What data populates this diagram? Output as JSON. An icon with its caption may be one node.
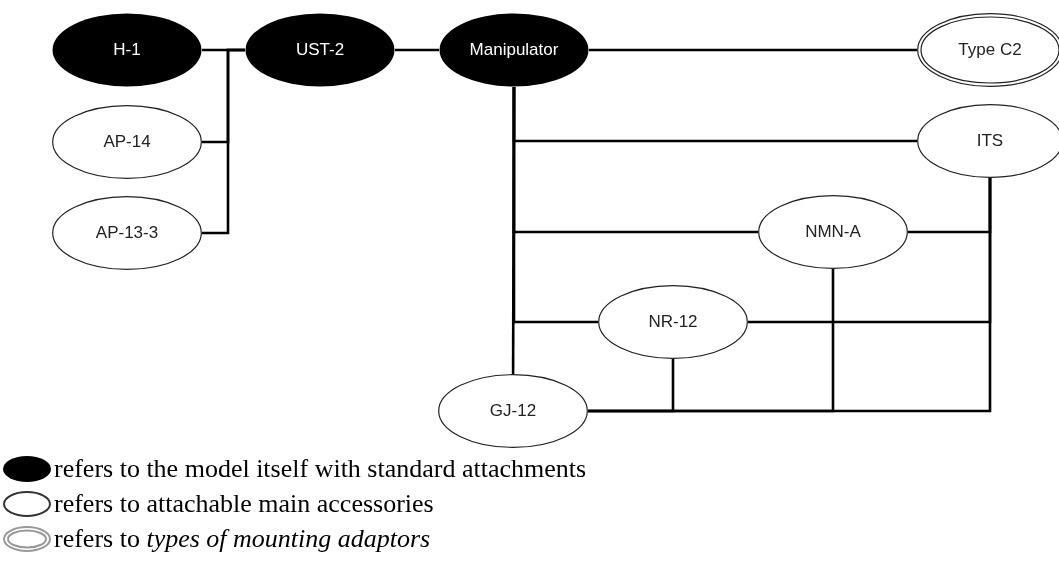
{
  "diagram": {
    "nodes": [
      {
        "text": [
          "H-1"
        ]
      },
      {
        "text": [
          "UST-2"
        ]
      },
      {
        "text": [
          "Manipulator"
        ]
      },
      {
        "text": [
          "Type C2"
        ]
      },
      {
        "text": [
          "AP-14"
        ]
      },
      {
        "text": [
          "AP-13-3"
        ]
      },
      {
        "text": [
          "ITS"
        ]
      },
      {
        "text": [
          "NMN-A"
        ]
      },
      {
        "text": [
          "NR-12"
        ]
      },
      {
        "text": [
          "GJ-12"
        ]
      }
    ],
    "edges": [
      {
        "from": 0,
        "to": 1,
        "arrow": "none"
      },
      {
        "from": 4,
        "to": 1,
        "arrow": "none"
      },
      {
        "from": 5,
        "to": 1,
        "arrow": "none"
      },
      {
        "from": 1,
        "to": 2,
        "arrow": "none"
      },
      {
        "from": 2,
        "to": 3,
        "arrow": "none"
      },
      {
        "from": 2,
        "to": 6,
        "arrow": "none"
      },
      {
        "from": 2,
        "to": 7,
        "arrow": "none"
      },
      {
        "from": 2,
        "to": 8,
        "arrow": "none"
      },
      {
        "from": 2,
        "to": 9,
        "arrow": "none"
      },
      {
        "from": 7,
        "to": 6,
        "arrow": "none"
      },
      {
        "from": 8,
        "to": 6,
        "arrow": "none"
      },
      {
        "from": 9,
        "to": 6,
        "arrow": "none"
      },
      {
        "from": 8,
        "to": 9,
        "arrow": "none"
      },
      {
        "from": 7,
        "to": 9,
        "arrow": "none"
      }
    ],
    "legend": [
      {
        "text": "refers to the model itself with standard attachments"
      },
      {
        "text": "refers to attachable main accessories"
      },
      {
        "text": "refers to *types of mounting adaptors*"
      }
    ]
  }
}
